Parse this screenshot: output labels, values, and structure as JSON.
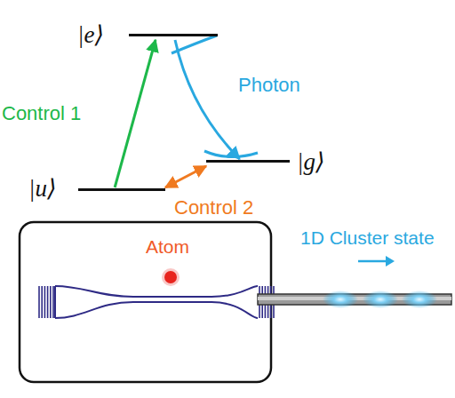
{
  "diagram": {
    "nodes": [
      {
        "text": [
          "|e⟩"
        ]
      },
      {
        "text": [
          "|g⟩"
        ]
      },
      {
        "text": [
          "|u⟩"
        ]
      }
    ],
    "edges": [
      {
        "from": 2,
        "to": 0,
        "arrow": "to",
        "label": "Control 1"
      },
      {
        "from": 0,
        "to": 1,
        "arrow": "to",
        "label": "Photon"
      },
      {
        "from": 2,
        "to": 1,
        "arrow": "both",
        "label": "Control 2"
      }
    ],
    "labels": [
      "Atom",
      "1D Cluster state"
    ]
  }
}
